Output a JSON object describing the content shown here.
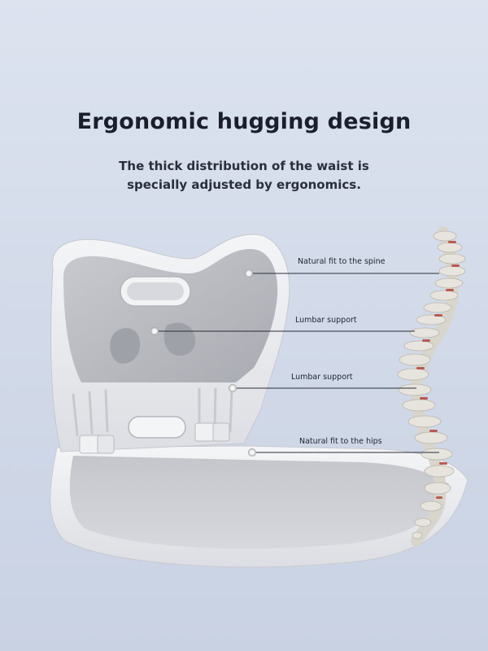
{
  "heading": {
    "title": "Ergonomic hugging design",
    "subtitle_line1": "The thick distribution of the waist is",
    "subtitle_line2": "specially adjusted by ergonomics."
  },
  "callouts": [
    {
      "label": "Natural fit to the spine"
    },
    {
      "label": "Lumbar support"
    },
    {
      "label": "Lumbar support"
    },
    {
      "label": "Natural fit to the hips"
    }
  ],
  "colors": {
    "background": "#d3dbea",
    "cushion_gray": "#b9bbc2",
    "shell_white": "#eeeff2",
    "spine_bone": "#e4e2dc",
    "disc_red": "#b5463a"
  }
}
